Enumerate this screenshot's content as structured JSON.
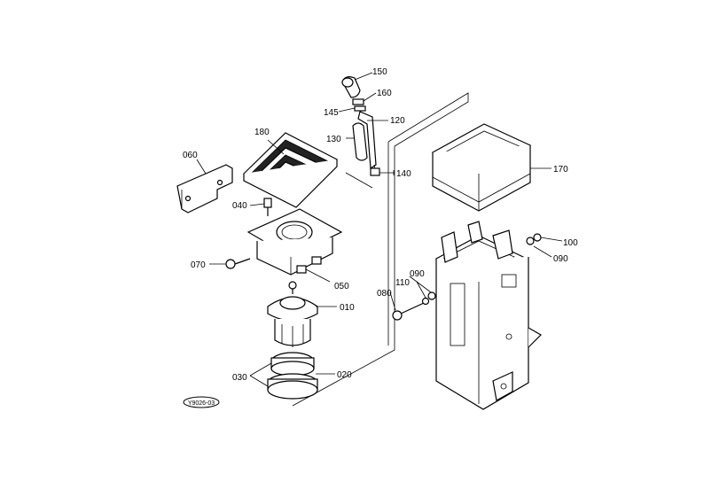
{
  "diagram": {
    "part_labels": [
      {
        "id": "p150",
        "text": "150"
      },
      {
        "id": "p160",
        "text": "160"
      },
      {
        "id": "p145",
        "text": "145"
      },
      {
        "id": "p120",
        "text": "120"
      },
      {
        "id": "p130",
        "text": "130"
      },
      {
        "id": "p140",
        "text": "140"
      },
      {
        "id": "p180",
        "text": "180"
      },
      {
        "id": "p060",
        "text": "060"
      },
      {
        "id": "p040",
        "text": "040"
      },
      {
        "id": "p070",
        "text": "070"
      },
      {
        "id": "p050",
        "text": "050"
      },
      {
        "id": "p010",
        "text": "010"
      },
      {
        "id": "p030",
        "text": "030"
      },
      {
        "id": "p020",
        "text": "020"
      },
      {
        "id": "p170",
        "text": "170"
      },
      {
        "id": "p100",
        "text": "100"
      },
      {
        "id": "p090a",
        "text": "090"
      },
      {
        "id": "p090b",
        "text": "090"
      },
      {
        "id": "p110",
        "text": "110"
      },
      {
        "id": "p080",
        "text": "080"
      }
    ],
    "reference_badge": "Y9026-03"
  }
}
